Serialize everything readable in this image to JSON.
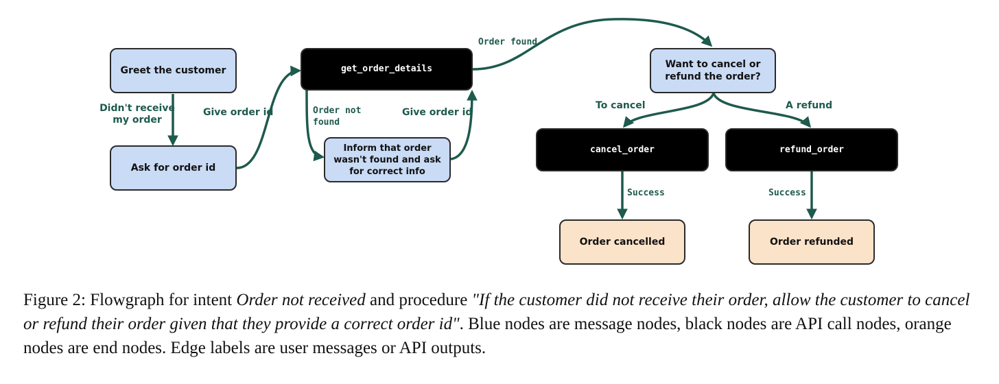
{
  "colors": {
    "edge": "#1e5a4d",
    "message_node": "#c9dbf5",
    "api_node": "#000000",
    "end_node": "#fbe3c9"
  },
  "nodes": {
    "greet": "Greet the customer",
    "ask_order_id": "Ask for order id",
    "get_order_details": "get_order_details",
    "inform_not_found": "Inform that order\nwasn't found and ask\nfor correct info",
    "want_cancel_refund": "Want to cancel or\nrefund the order?",
    "cancel_order": "cancel_order",
    "refund_order": "refund_order",
    "order_cancelled": "Order cancelled",
    "order_refunded": "Order refunded"
  },
  "edges": {
    "didnt_receive": "Didn't receive\nmy order",
    "give_order_id_1": "Give order id",
    "order_not_found": "Order not\nfound",
    "give_order_id_2": "Give order id",
    "order_found": "Order found",
    "to_cancel": "To cancel",
    "a_refund": "A refund",
    "success_1": "Success",
    "success_2": "Success"
  },
  "caption": {
    "prefix": "Figure 2: Flowgraph for intent ",
    "intent": "Order not received",
    "middle": " and procedure ",
    "procedure": "\"If the customer did not receive their order, allow the customer to cancel or refund their order given that they provide a correct order id\"",
    "suffix": ". Blue nodes are message nodes, black nodes are API call nodes, orange nodes are end nodes. Edge labels are user messages or API outputs."
  }
}
